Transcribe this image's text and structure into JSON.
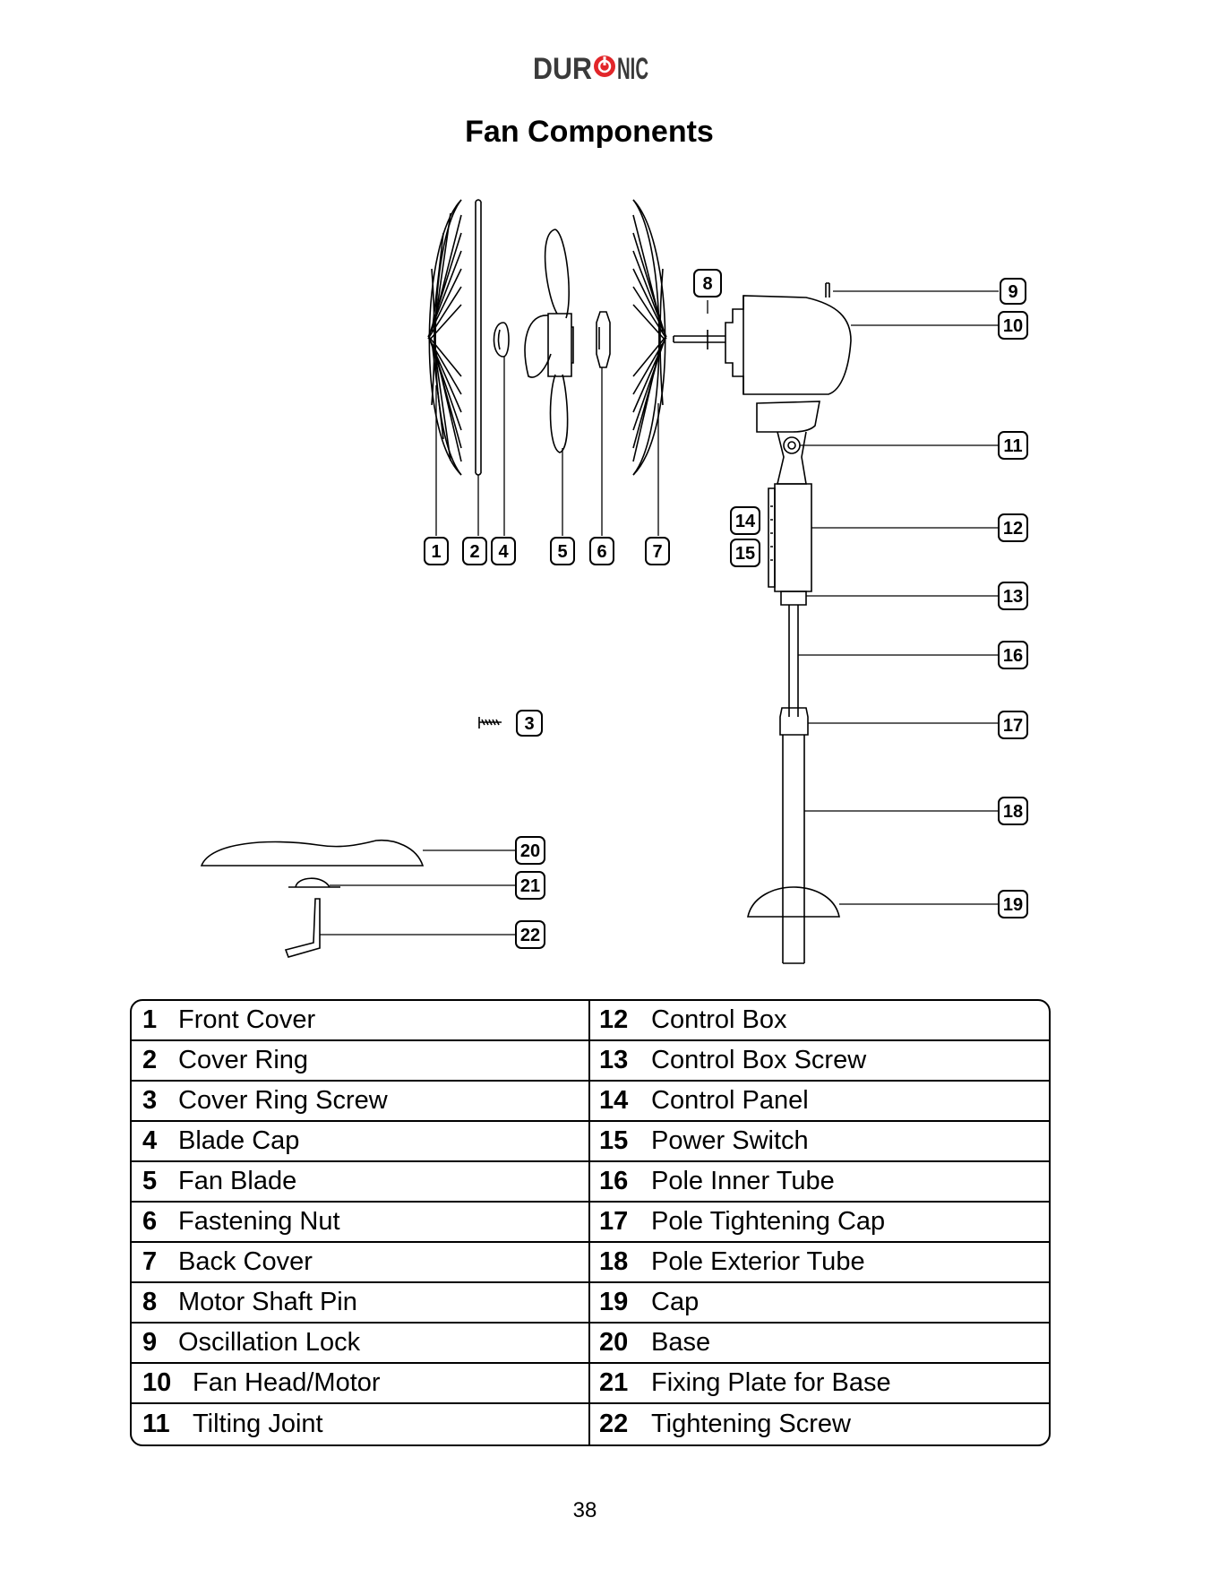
{
  "logo": {
    "text": "DURONIC",
    "accent": "#e2262a"
  },
  "title": "Fan Components",
  "callouts": [
    "1",
    "2",
    "3",
    "4",
    "5",
    "6",
    "7",
    "8",
    "9",
    "10",
    "11",
    "12",
    "13",
    "14",
    "15",
    "16",
    "17",
    "18",
    "19",
    "20",
    "21",
    "22"
  ],
  "parts": {
    "left": [
      {
        "num": "1",
        "name": "Front Cover"
      },
      {
        "num": "2",
        "name": "Cover Ring"
      },
      {
        "num": "3",
        "name": "Cover Ring Screw"
      },
      {
        "num": "4",
        "name": "Blade Cap"
      },
      {
        "num": "5",
        "name": "Fan Blade"
      },
      {
        "num": "6",
        "name": "Fastening Nut"
      },
      {
        "num": "7",
        "name": "Back Cover"
      },
      {
        "num": "8",
        "name": "Motor Shaft Pin"
      },
      {
        "num": "9",
        "name": "Oscillation Lock"
      },
      {
        "num": "10",
        "name": "Fan Head/Motor"
      },
      {
        "num": "11",
        "name": "Tilting Joint"
      }
    ],
    "right": [
      {
        "num": "12",
        "name": "Control Box"
      },
      {
        "num": "13",
        "name": "Control Box Screw"
      },
      {
        "num": "14",
        "name": "Control Panel"
      },
      {
        "num": "15",
        "name": "Power Switch"
      },
      {
        "num": "16",
        "name": "Pole Inner Tube"
      },
      {
        "num": "17",
        "name": "Pole Tightening Cap"
      },
      {
        "num": "18",
        "name": "Pole Exterior Tube"
      },
      {
        "num": "19",
        "name": "Cap"
      },
      {
        "num": "20",
        "name": "Base"
      },
      {
        "num": "21",
        "name": "Fixing Plate for Base"
      },
      {
        "num": "22",
        "name": "Tightening Screw"
      }
    ]
  },
  "page_number": "38"
}
